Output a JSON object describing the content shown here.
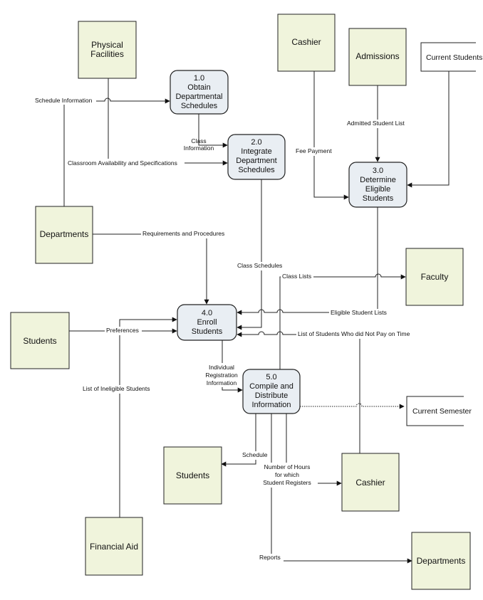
{
  "entities": {
    "physical_facilities": [
      "Physical",
      "Facilities"
    ],
    "cashier_top": "Cashier",
    "admissions": "Admissions",
    "departments_left": "Departments",
    "faculty": "Faculty",
    "students_left": "Students",
    "students_bottom": "Students",
    "cashier_bottom": "Cashier",
    "financial_aid": "Financial Aid",
    "departments_bottom": "Departments"
  },
  "processes": {
    "p1": [
      "1.0",
      "Obtain",
      "Departmental",
      "Schedules"
    ],
    "p2": [
      "2.0",
      "Integrate",
      "Department",
      "Schedules"
    ],
    "p3": [
      "3.0",
      "Determine",
      "Eligible",
      "Students"
    ],
    "p4": [
      "4.0",
      "Enroll",
      "Students"
    ],
    "p5": [
      "5.0",
      "Compile and",
      "Distribute",
      "Information"
    ]
  },
  "stores": {
    "current_students": "Current Students",
    "current_semester": "Current Semester"
  },
  "flows": {
    "schedule_information": "Schedule Information",
    "class_information": [
      "Class",
      "Information"
    ],
    "classroom_availability": "Classroom Availability and Specifications",
    "fee_payment": "Fee Payment",
    "admitted_student_list": "Admitted Student List",
    "requirements_procedures": "Requirements and Procedures",
    "class_schedules": "Class Schedules",
    "class_lists": "Class Lists",
    "eligible_student_lists": "Eligible Student Lists",
    "preferences": "Preferences",
    "did_not_pay": "List of Students Who did Not Pay on Time",
    "individual_registration": [
      "Individual",
      "Registration",
      "Information"
    ],
    "list_ineligible": "List of Ineligible Students",
    "schedule": "Schedule",
    "number_of_hours": [
      "Number of Hours",
      "for which",
      "Student Registers"
    ],
    "reports": "Reports"
  }
}
